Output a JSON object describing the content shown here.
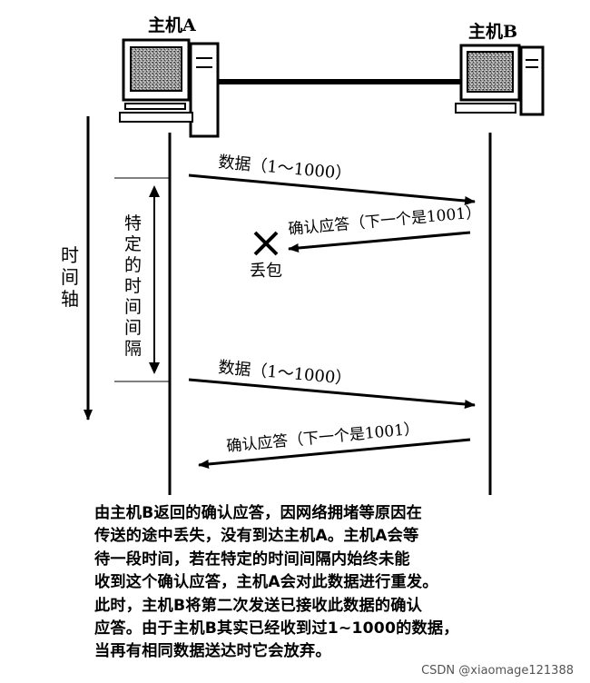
{
  "hosts": {
    "a": "主机A",
    "b": "主机B"
  },
  "axis_label": [
    "时",
    "间",
    "轴"
  ],
  "interval_label": [
    "特",
    "定",
    "的",
    "时",
    "间",
    "间",
    "隔"
  ],
  "messages": {
    "data_1": "数据（1～1000）",
    "ack_1": "确认应答（下一个是1001）",
    "lost": "丢包",
    "data_2": "数据（1～1000）",
    "ack_2": "确认应答（下一个是1001）"
  },
  "caption": [
    "由主机B返回的确认应答，因网络拥堵等原因在",
    "传送的途中丢失，没有到达主机A。主机A会等",
    "待一段时间，若在特定的时间间隔内始终未能",
    "收到这个确认应答，主机A会对此数据进行重发。",
    "此时，主机B将第二次发送已接收此数据的确认",
    "应答。由于主机B其实已经收到过1~1000的数据，",
    "当再有相同数据送达时它会放弃。"
  ],
  "watermark": "CSDN @xiaomage121388",
  "icons": [
    "computer-icon",
    "lost-packet-x-icon"
  ],
  "colors": {
    "ink": "#000000",
    "screen": "#7a7a7a",
    "watermark": "#555555"
  }
}
